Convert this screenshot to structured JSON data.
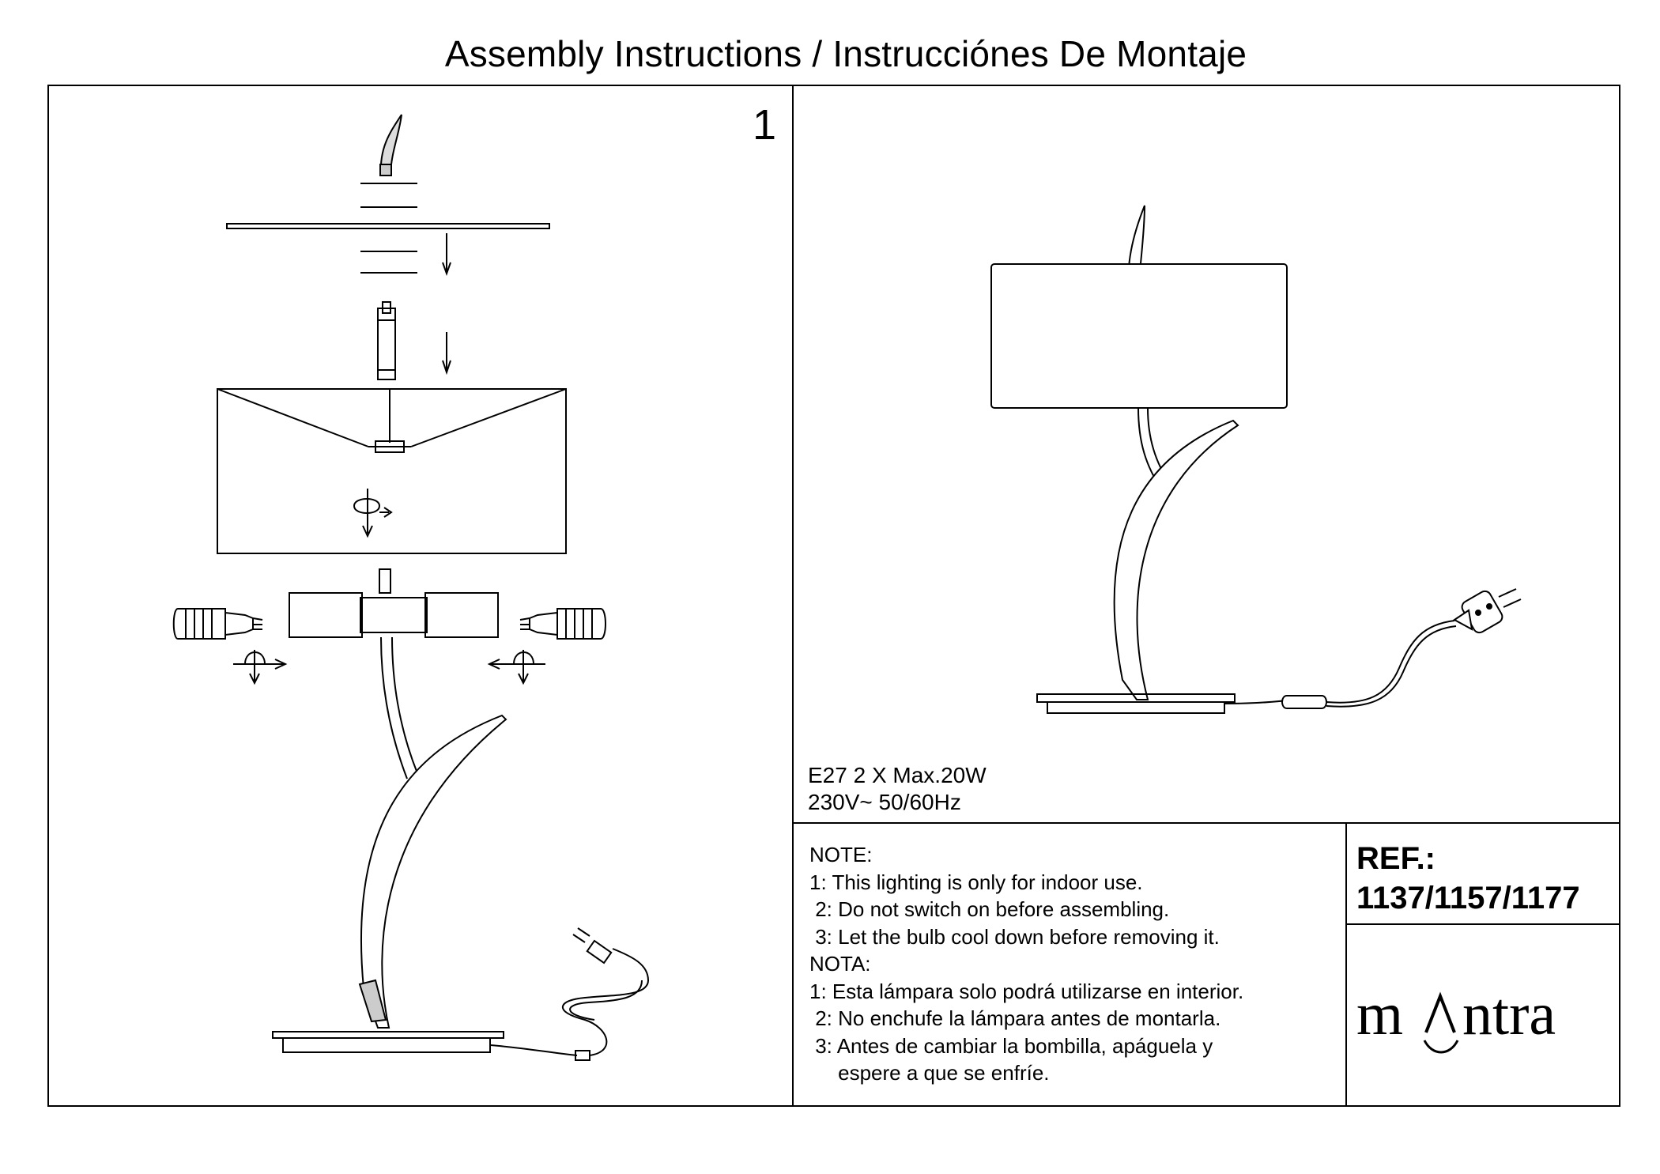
{
  "title": "Assembly Instructions / Instrucciónes De Montaje",
  "step_number": "1",
  "specs": {
    "line1": "E27  2 X Max.20W",
    "line2": "230V~ 50/60Hz"
  },
  "notes": {
    "heading_en": "NOTE:",
    "en": [
      "1: This lighting is only for indoor use.",
      " 2: Do not switch on before assembling.",
      " 3: Let the bulb cool down before removing it."
    ],
    "heading_es": "NOTA:",
    "es": [
      "1: Esta lámpara solo podrá utilizarse en interior.",
      " 2: No enchufe la lámpara antes de montarla.",
      " 3: Antes de cambiar la bombilla, apáguela y",
      "     espere a que se enfríe."
    ]
  },
  "ref": {
    "label": "REF.:",
    "codes": "1137/1157/1177"
  },
  "brand": {
    "name": "mantra"
  }
}
